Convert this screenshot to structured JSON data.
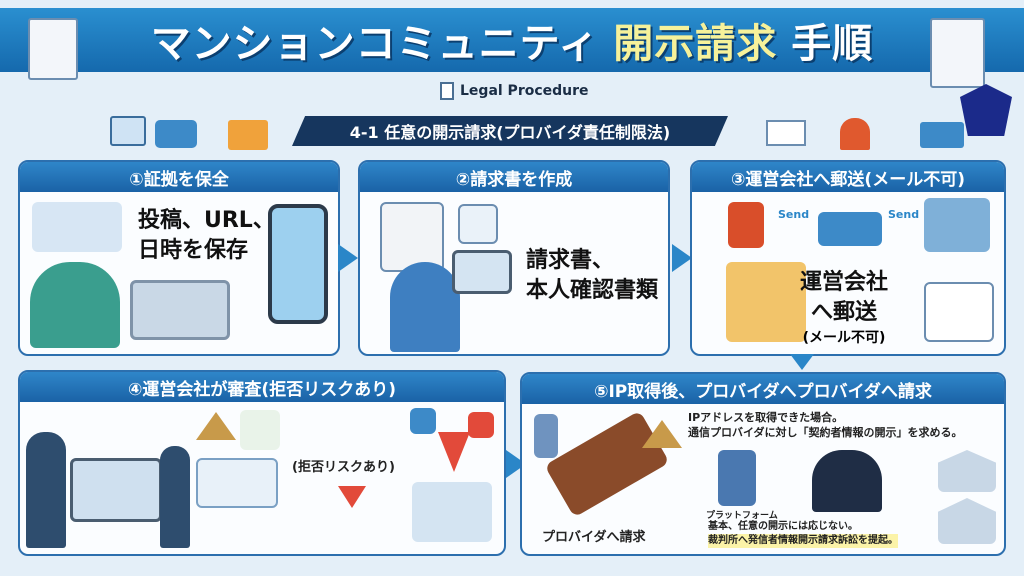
{
  "title": {
    "part1": "マンションコミュニティ",
    "part2": "開示請求",
    "part3": "手順"
  },
  "legal_label": "Legal Procedure",
  "subtitle": "4-1 任意の開示請求(プロバイダ責任制限法)",
  "steps": [
    {
      "header": "①証拠を保全",
      "text": "投稿、URL、日時を保存"
    },
    {
      "header": "②請求書を作成",
      "text_line1": "請求書、",
      "text_line2": "本人確認書類"
    },
    {
      "header": "③運営会社へ郵送(メール不可)",
      "send1": "Send",
      "send2": "Send",
      "text_line1": "運営会社",
      "text_line2": "へ郵送",
      "note": "(メール不可)"
    },
    {
      "header": "④運営会社が審査(拒否リスクあり)",
      "note": "(拒否リスクあり)"
    },
    {
      "header": "⑤IP取得後、プロバイダへプロバイダへ請求",
      "desc_line1": "IPアドレスを取得できた場合。",
      "desc_line2": "通信プロバイダに対し「契約者情報の開示」を求める。",
      "platform": "プラットフォーム",
      "note_line1": "基本、任意の開示には応じない。",
      "note_line2": "裁判所へ発信者情報開示請求訴訟を提起。",
      "caption": "プロバイダへ請求"
    }
  ],
  "colors": {
    "accent": "#1a62a6",
    "title_yellow": "#f6f19a",
    "navy": "#16365e"
  }
}
